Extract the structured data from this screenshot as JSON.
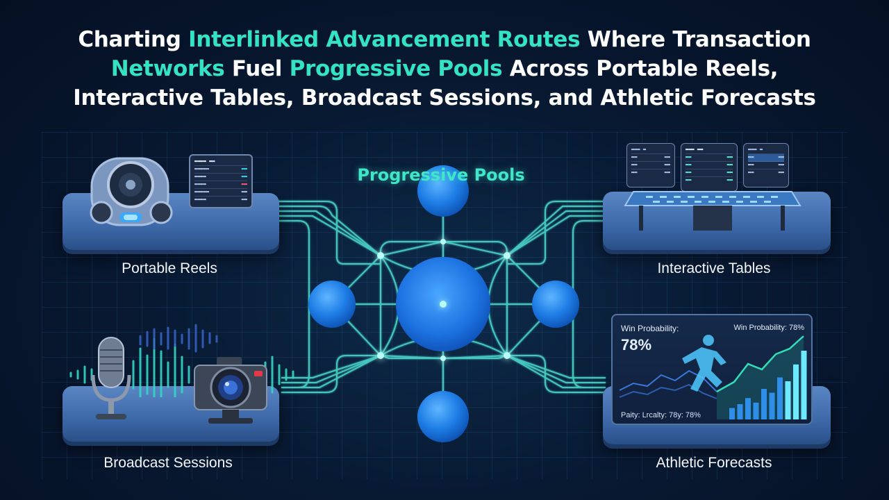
{
  "title": {
    "line1_a": "Charting ",
    "line1_hl": "Interlinked Advancement Routes",
    "line1_b": " Where Transaction",
    "line2_hl1": "Networks",
    "line2_a": " Fuel ",
    "line2_hl2": "Progressive Pools",
    "line2_b": " Across Portable Reels,",
    "line3": "Interactive Tables, Broadcast Sessions, and Athletic Forecasts"
  },
  "center_label": "Progressive Pools",
  "nodes": {
    "portable_reels": "Portable Reels",
    "interactive_tables": "Interactive Tables",
    "broadcast_sessions": "Broadcast Sessions",
    "athletic_forecasts": "Athletic Forecasts"
  },
  "forecast_panel": {
    "left_label": "Win Probability:",
    "left_value": "78%",
    "right_label": "Win Probability: 78%",
    "bottom_text": "Paity:  Lrcalty:  78y: 78%",
    "bar_levels": [
      0.15,
      0.2,
      0.28,
      0.22,
      0.4,
      0.35,
      0.55,
      0.5,
      0.72,
      0.9
    ]
  },
  "colors": {
    "accent": "#34e3c2",
    "node_blue": "#2a8cf0",
    "glow": "#5ff5ff",
    "background": "#081a33"
  }
}
